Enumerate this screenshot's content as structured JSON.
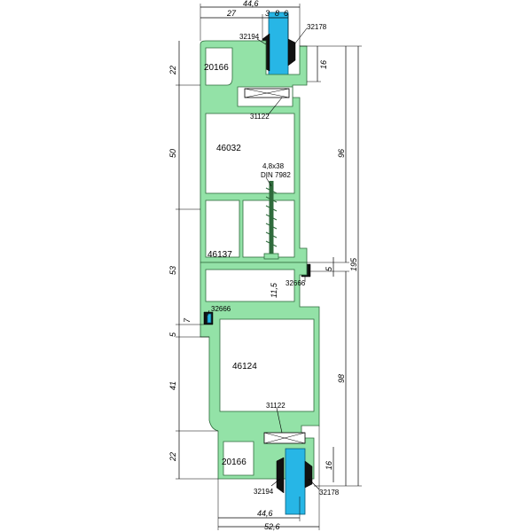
{
  "profiles": {
    "top_bead": "20166",
    "frame_top": "46032",
    "frame_mid": "46137",
    "sash": "46124",
    "bottom_bead": "20166"
  },
  "gaskets": {
    "top_inner": "32194",
    "top_outer": "32178",
    "bottom_inner": "32194",
    "bottom_outer": "32178",
    "mid_right": "32666",
    "mid_left": "32666"
  },
  "insulators": {
    "top": "31122",
    "bottom": "31122"
  },
  "screw": {
    "size": "4,8x38",
    "standard": "DIN 7982"
  },
  "dimensions": {
    "top_total_width": "44,6",
    "top_left": "27",
    "top_mid": "8",
    "top_small_a": "3",
    "top_small_b": "6",
    "left_top": "22",
    "left_frame": "50",
    "left_mid": "53",
    "left_a": "7",
    "left_b": "5",
    "left_sash": "41",
    "left_bottom": "22",
    "right_top_bead": "16",
    "right_upper": "96",
    "right_total": "195",
    "right_gap": "5",
    "right_lower": "98",
    "right_bottom_bead": "16",
    "inner_offset": "11,5",
    "bottom_width": "44,6",
    "bottom_total_width": "52,6"
  }
}
